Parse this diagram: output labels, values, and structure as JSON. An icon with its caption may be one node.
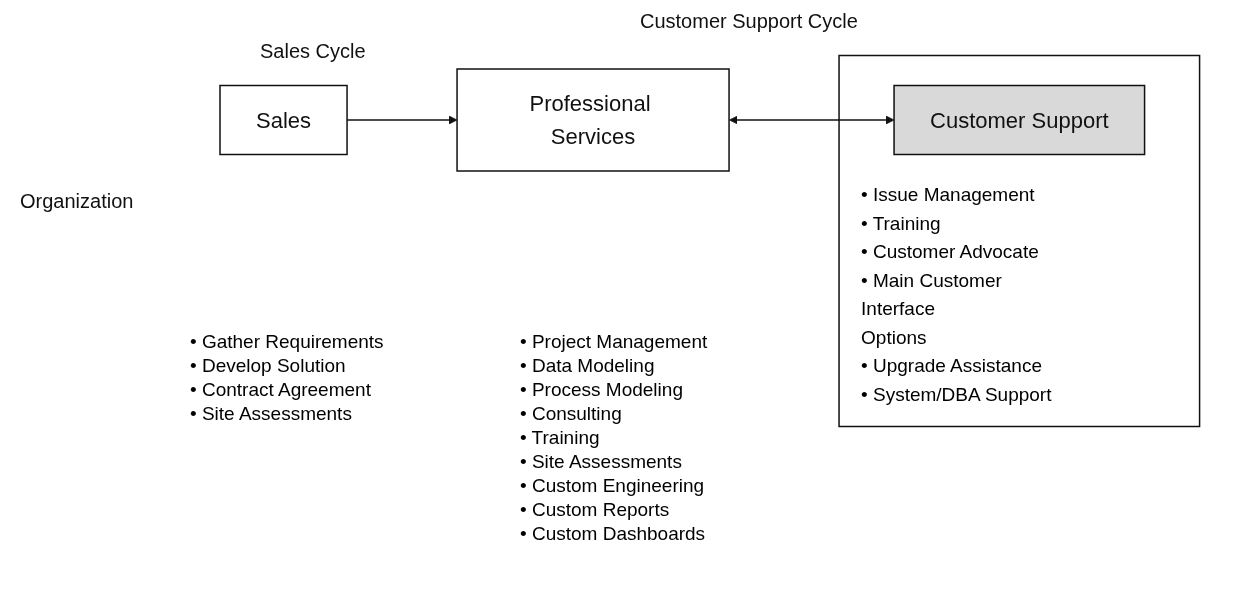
{
  "diagram": {
    "nodes": [
      {
        "text": [
          "Sales"
        ]
      },
      {
        "text": [
          "Professional Services"
        ]
      },
      {
        "text": [
          "• Issue Management",
          "• Training",
          "• Customer Advocate",
          "• Main Customer Interface",
          "Options",
          "• Upgrade Assistance",
          "• System/DBA Support"
        ]
      },
      {
        "text": [
          "Customer Support"
        ],
        "in": 2
      }
    ],
    "edges": [
      {
        "from": 0,
        "to": 1,
        "arrow": "to"
      },
      {
        "from": 1,
        "to": 3,
        "arrow": "both"
      }
    ],
    "labels": [
      "Customer Support Cycle",
      "Sales Cycle",
      "Organization",
      "• Gather Requirements",
      "• Develop Solution",
      "• Contract Agreement",
      "• Site Assessments",
      "• Project Management",
      "• Data Modeling",
      "• Process Modeling",
      "• Consulting",
      "• Training",
      "• Site Assessments",
      "• Custom Engineering",
      "• Custom Reports",
      "• Custom Dashboards"
    ]
  }
}
